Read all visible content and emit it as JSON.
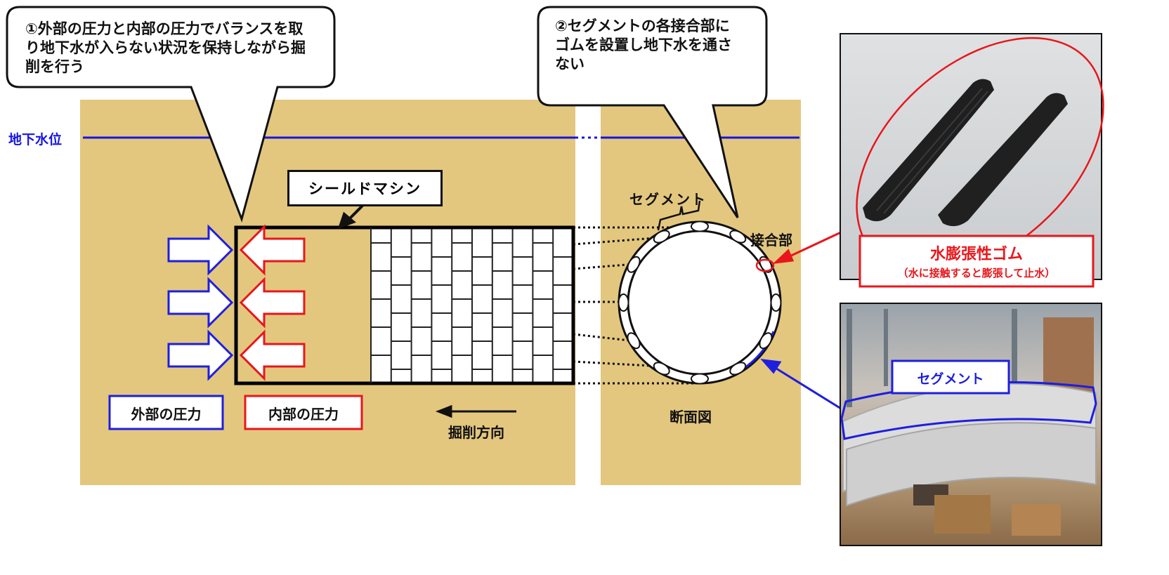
{
  "callouts": {
    "left": "①外部の圧力と内部の圧力でバランスを取り地下水が入らない状況を保持しながら掘削を行う",
    "right": "②セグメントの各接合部にゴムを設置し地下水を通さない"
  },
  "labels": {
    "groundwater_level": "地下水位",
    "shield_machine": "シールドマシン",
    "external_pressure": "外部の圧力",
    "internal_pressure": "内部の圧力",
    "excavation_direction": "掘削方向",
    "segment_cross": "セグメント",
    "joint": "接合部",
    "cross_section": "断面図"
  },
  "photos": {
    "rubber_title": "水膨張性ゴム",
    "rubber_note": "（水に接触すると膨張して止水）",
    "segment_label": "セグメント"
  },
  "colors": {
    "ground": "#e3c77f",
    "water_line": "#1515e6",
    "internal": "#e8161b",
    "external": "#1e1ee0"
  }
}
